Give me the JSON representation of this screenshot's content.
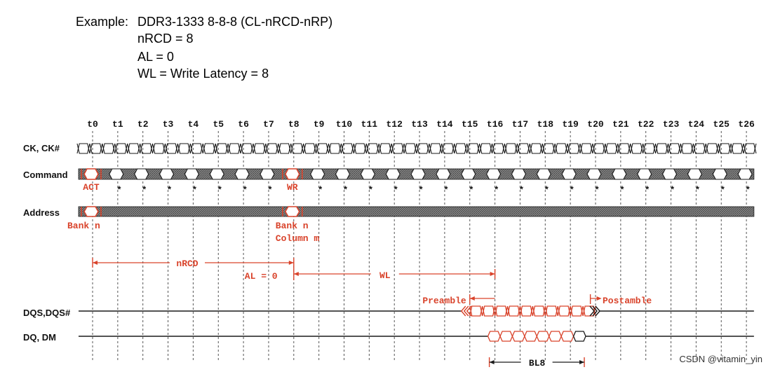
{
  "header": {
    "prefix": "Example:",
    "line1": "DDR3-1333 8-8-8 (CL-nRCD-nRP)",
    "line2": "nRCD = 8",
    "line3": "AL = 0",
    "line4": "WL = Write Latency = 8"
  },
  "diagram": {
    "clock_labels": [
      "t0",
      "t1",
      "t2",
      "t3",
      "t4",
      "t5",
      "t6",
      "t7",
      "t8",
      "t9",
      "t10",
      "t11",
      "t12",
      "t13",
      "t14",
      "t15",
      "t16",
      "t17",
      "t18",
      "t19",
      "t20",
      "t21",
      "t22",
      "t23",
      "t24",
      "t25",
      "t26"
    ],
    "signals": {
      "clock": "CK, CK#",
      "command": "Command",
      "address": "Address",
      "dqs": "DQS,DQS#",
      "dq": "DQ, DM"
    },
    "command_marks": [
      {
        "cycle": 0,
        "label": "ACT"
      },
      {
        "cycle": 8,
        "label": "WR"
      }
    ],
    "nop_marker": "*",
    "address_marks": [
      {
        "cycle": 0,
        "lines": [
          "Bank n"
        ]
      },
      {
        "cycle": 8,
        "lines": [
          "Bank n",
          "Column m"
        ]
      }
    ],
    "timings": [
      {
        "label": "nRCD",
        "from": 0,
        "to": 8
      },
      {
        "label": "AL = 0",
        "from": 8,
        "to": 8
      },
      {
        "label": "WL",
        "from": 8,
        "to": 16
      }
    ],
    "dqs_annotations": {
      "preamble": "Preamble",
      "postamble": "Postamble"
    },
    "burst": {
      "label": "BL8",
      "from": 16,
      "to": 20,
      "beats": 8
    },
    "colors": {
      "signal": "#1a1a1a",
      "highlight": "#d9432b",
      "hatch": "#707070",
      "grid": "#555555"
    }
  },
  "watermark": "CSDN @vitamin_yin"
}
